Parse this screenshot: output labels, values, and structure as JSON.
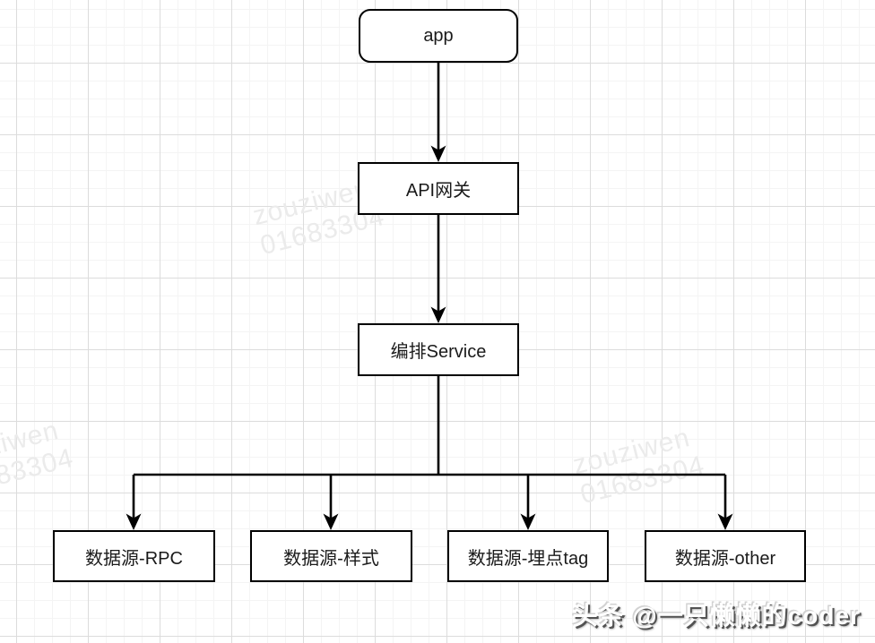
{
  "diagram": {
    "nodes": [
      {
        "id": "app",
        "label": "app",
        "shape": "rounded"
      },
      {
        "id": "api-gateway",
        "label": "API网关",
        "shape": "rect"
      },
      {
        "id": "orchestration-service",
        "label": "编排Service",
        "shape": "rect"
      },
      {
        "id": "datasource-rpc",
        "label": "数据源-RPC",
        "shape": "rect"
      },
      {
        "id": "datasource-style",
        "label": "数据源-样式",
        "shape": "rect"
      },
      {
        "id": "datasource-tracking-tag",
        "label": "数据源-埋点tag",
        "shape": "rect"
      },
      {
        "id": "datasource-other",
        "label": "数据源-other",
        "shape": "rect"
      }
    ],
    "edges": [
      {
        "from": "app",
        "to": "api-gateway"
      },
      {
        "from": "api-gateway",
        "to": "orchestration-service"
      },
      {
        "from": "orchestration-service",
        "to": "datasource-rpc"
      },
      {
        "from": "orchestration-service",
        "to": "datasource-style"
      },
      {
        "from": "orchestration-service",
        "to": "datasource-tracking-tag"
      },
      {
        "from": "orchestration-service",
        "to": "datasource-other"
      }
    ]
  },
  "watermark": {
    "line1": "zouziwen",
    "line2": "01683304",
    "color": "#ebebeb"
  },
  "caption": {
    "text": "头条 @一只懒懒的coder"
  },
  "colors": {
    "background": "#ffffff",
    "grid_major": "#dcdcdc",
    "grid_minor": "#f4f4f4",
    "node_border": "#000000",
    "node_bg": "#ffffff",
    "edge": "#010101"
  }
}
